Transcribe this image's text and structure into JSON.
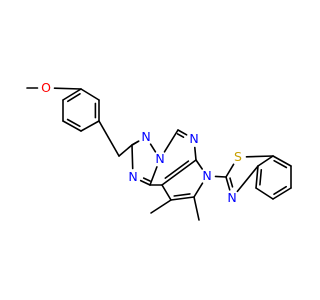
{
  "molecule": {
    "colors": {
      "bond": "#000000",
      "nitrogen": "#0000ff",
      "oxygen": "#ff0000",
      "sulfur": "#c8a000"
    },
    "atoms": [
      {
        "id": "o1",
        "element": "O",
        "label": "O",
        "color": "#ff0000"
      },
      {
        "id": "n_tr1",
        "element": "N",
        "label": "N",
        "color": "#0000ff"
      },
      {
        "id": "n_tr2",
        "element": "N",
        "label": "N",
        "color": "#0000ff"
      },
      {
        "id": "n_tr3",
        "element": "N",
        "label": "N",
        "color": "#0000ff"
      },
      {
        "id": "n_pm1",
        "element": "N",
        "label": "N",
        "color": "#0000ff"
      },
      {
        "id": "n_py",
        "element": "N",
        "label": "N",
        "color": "#0000ff"
      },
      {
        "id": "s_bt",
        "element": "S",
        "label": "S",
        "color": "#c8a000"
      },
      {
        "id": "n_bt",
        "element": "N",
        "label": "N",
        "color": "#0000ff"
      }
    ]
  }
}
